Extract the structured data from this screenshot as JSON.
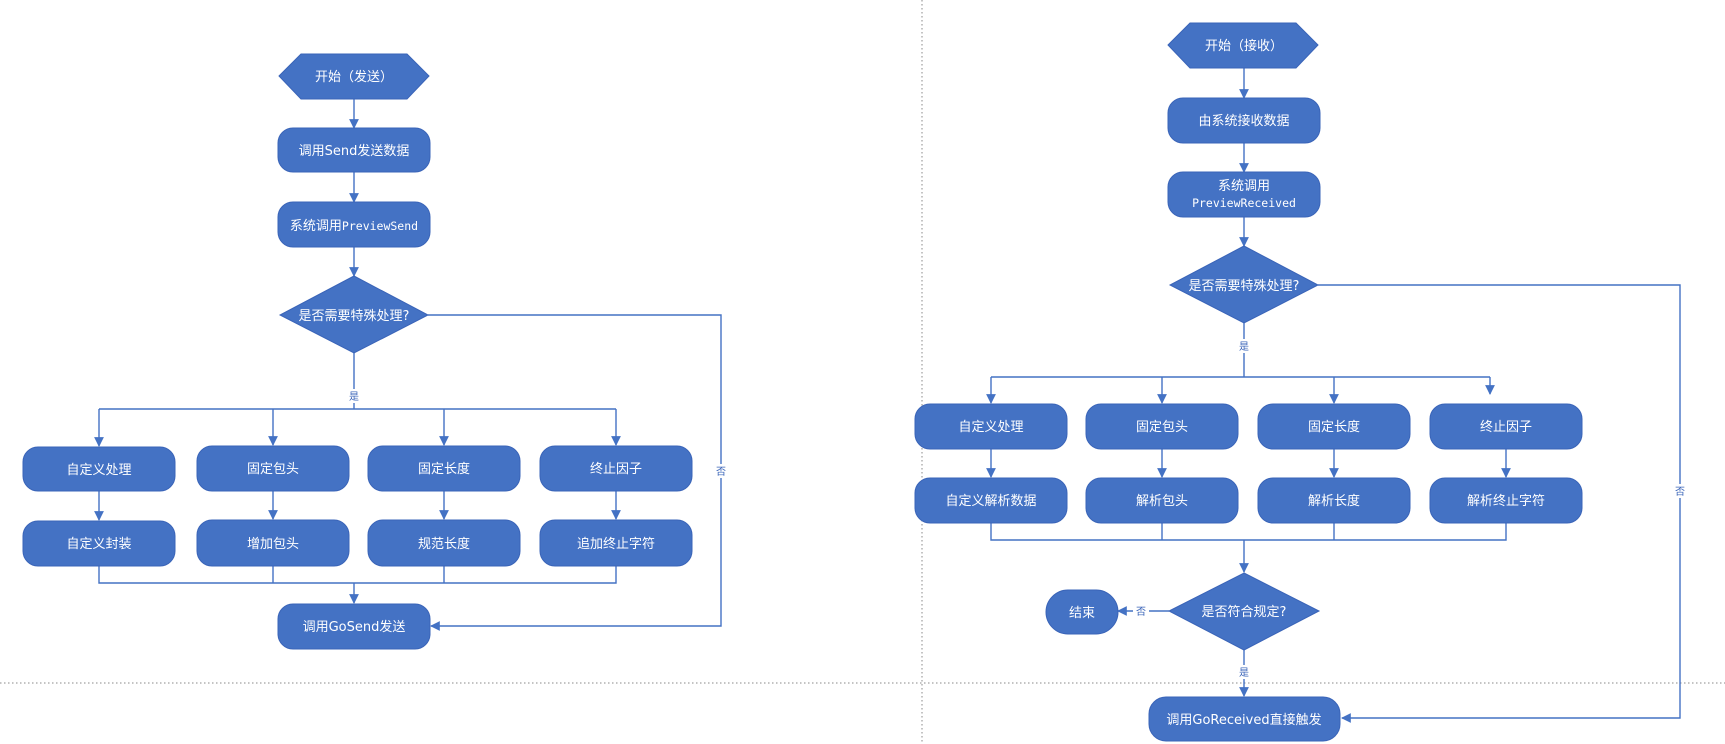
{
  "send_flow": {
    "start": "开始（发送）",
    "call_send": "调用Send发送数据",
    "preview_send_prefix": "系统调用",
    "preview_send_code": "PreviewSend",
    "decision": "是否需要特殊处理?",
    "yes_label": "是",
    "no_label": "否",
    "branches": [
      {
        "top": "自定义处理",
        "bottom": "自定义封装"
      },
      {
        "top": "固定包头",
        "bottom": "增加包头"
      },
      {
        "top": "固定长度",
        "bottom": "规范长度"
      },
      {
        "top": "终止因子",
        "bottom": "追加终止字符"
      }
    ],
    "go_send": "调用GoSend发送"
  },
  "receive_flow": {
    "start": "开始（接收）",
    "received_by_system": "由系统接收数据",
    "preview_received_prefix": "系统调用",
    "preview_received_code": "PreviewReceived",
    "decision": "是否需要特殊处理?",
    "yes_label": "是",
    "no_label": "否",
    "branches": [
      {
        "top": "自定义处理",
        "bottom": "自定义解析数据"
      },
      {
        "top": "固定包头",
        "bottom": "解析包头"
      },
      {
        "top": "固定长度",
        "bottom": "解析长度"
      },
      {
        "top": "终止因子",
        "bottom": "解析终止字符"
      }
    ],
    "check": "是否符合规定?",
    "check_yes": "是",
    "check_no": "否",
    "end": "结束",
    "go_received": "调用GoReceived直接触发"
  },
  "colors": {
    "node_fill": "#4472c4",
    "connector": "#4472c4",
    "text": "#ffffff",
    "guide": "#888888"
  }
}
